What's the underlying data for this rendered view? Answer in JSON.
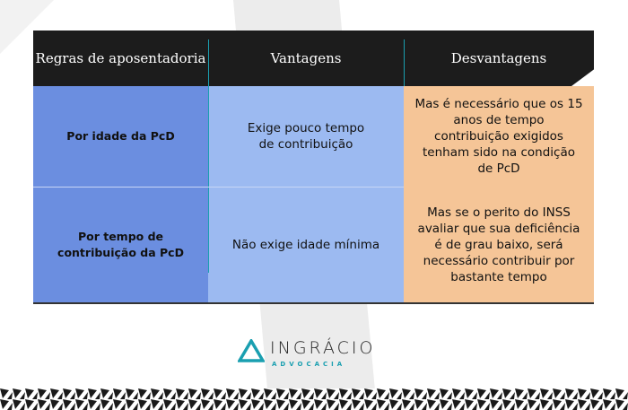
{
  "table": {
    "headers": [
      "Regras de aposentadoria",
      "Vantagens",
      "Desvantagens"
    ],
    "rows": [
      {
        "rule": "Por idade da PcD",
        "advantage": "Exige pouco tempo de contribuição",
        "disadvantage": "Mas é necessário que os 15 anos de tempo contribuição exigidos tenham sido na condição de PcD"
      },
      {
        "rule": "Por tempo de contribuição da PcD",
        "advantage": "Não exige idade mínima",
        "disadvantage": "Mas se o perito do INSS avaliar que sua deficiência é de grau baixo, será necessário contribuir por bastante tempo"
      }
    ]
  },
  "logo": {
    "name": "INGRÁCIO",
    "subtitle": "ADVOCACIA",
    "icon": "triangle-icon"
  },
  "colors": {
    "header": "#1c1c1c",
    "col1": "#6b8ee0",
    "col2": "#9cbaf1",
    "col3": "#f5c597",
    "accent": "#1a9fb0"
  }
}
